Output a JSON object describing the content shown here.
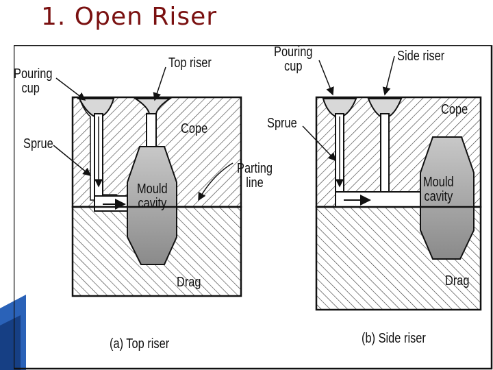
{
  "title": "1. Open Riser",
  "diagram_a": {
    "caption": "(a) Top riser",
    "pouring_cup_line1": "Pouring",
    "pouring_cup_line2": "cup",
    "sprue": "Sprue",
    "top_riser": "Top riser",
    "cope": "Cope",
    "mould_line1": "Mould",
    "mould_line2": "cavity",
    "parting_line1": "Parting",
    "parting_line2": "line",
    "drag": "Drag"
  },
  "diagram_b": {
    "caption": "(b) Side riser",
    "pouring_cup_line1": "Pouring",
    "pouring_cup_line2": "cup",
    "side_riser": "Side riser",
    "sprue": "Sprue",
    "cope": "Cope",
    "mould_line1": "Mould",
    "mould_line2": "cavity",
    "drag": "Drag"
  },
  "colors": {
    "title": "#7a1010",
    "cavity": "#9a9a9a",
    "line": "#111111",
    "accent": "#1f4e9c"
  }
}
